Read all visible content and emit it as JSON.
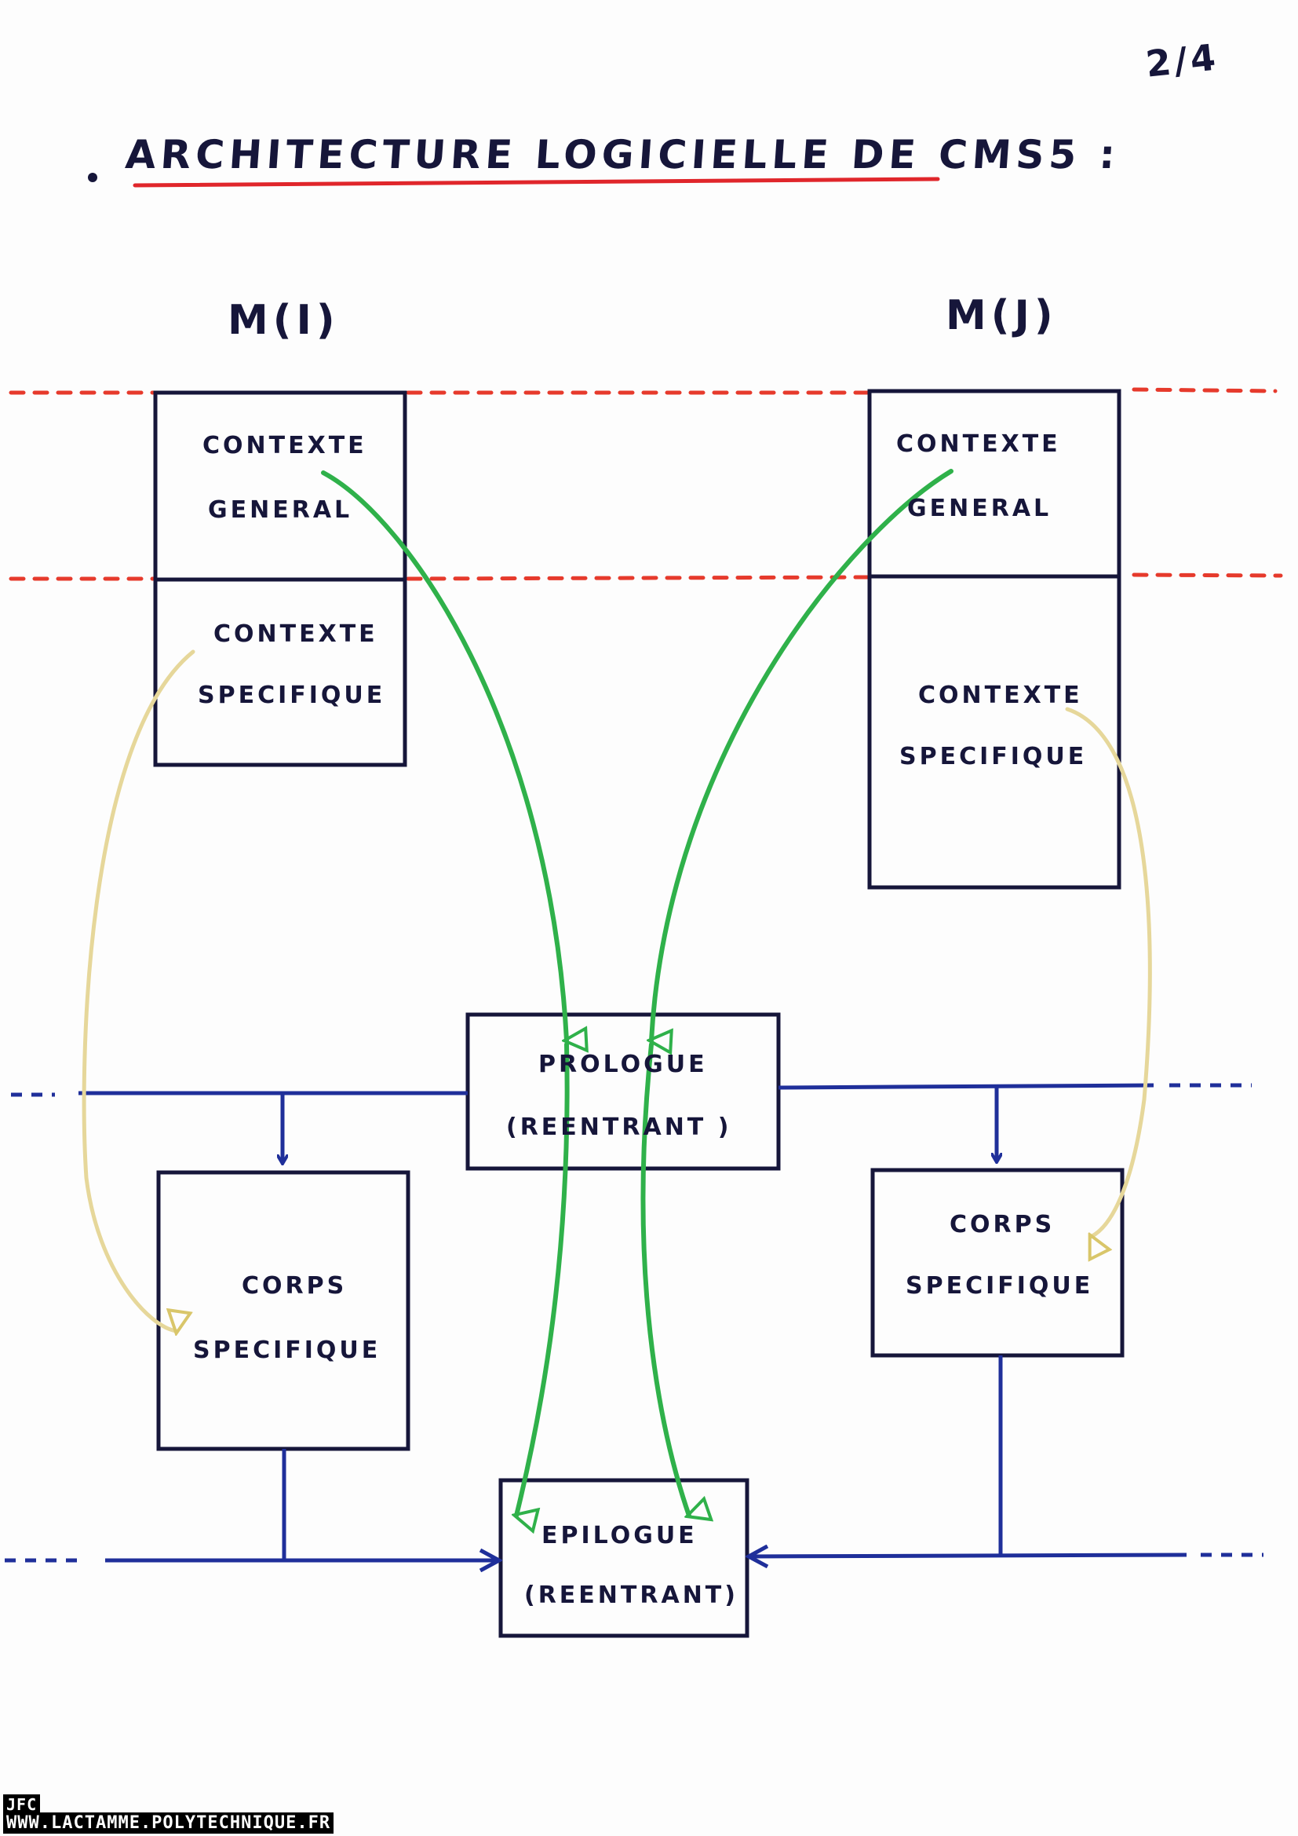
{
  "header": {
    "page_number": "2/4",
    "bullet": ".",
    "title": "ARCHITECTURE LOGICIELLE DE CMS5 :"
  },
  "machines": {
    "left": {
      "label": "M(I)",
      "contexte_general": [
        "CONTEXTE",
        "GENERAL"
      ],
      "contexte_specifique": [
        "CONTEXTE",
        "SPECIFIQUE"
      ],
      "corps_specifique": [
        "CORPS",
        "SPECIFIQUE"
      ]
    },
    "right": {
      "label": "M(J)",
      "contexte_general": [
        "CONTEXTE",
        "GENERAL"
      ],
      "contexte_specifique": [
        "CONTEXTE",
        "SPECIFIQUE"
      ],
      "corps_specifique": [
        "CORPS",
        "SPECIFIQUE"
      ]
    }
  },
  "shared": {
    "prologue": [
      "PROLOGUE",
      "(REENTRANT )"
    ],
    "epilogue": [
      "EPILOGUE",
      "(REENTRANT)"
    ]
  },
  "colors": {
    "ink": "#16163a",
    "title_underline": "#e0262b",
    "dashed_separator": "#e63a2c",
    "flow_lines": "#1f2f9a",
    "general_context_arrows": "#2fb14a",
    "specific_context_arrows": "#e6d79a"
  },
  "icons": {
    "flow_arrow": "arrow-head-icon",
    "context_arrow": "hollow-triangle-arrow-icon"
  },
  "footer": {
    "initials": "JFC",
    "url": "WWW.LACTAMME.POLYTECHNIQUE.FR"
  }
}
